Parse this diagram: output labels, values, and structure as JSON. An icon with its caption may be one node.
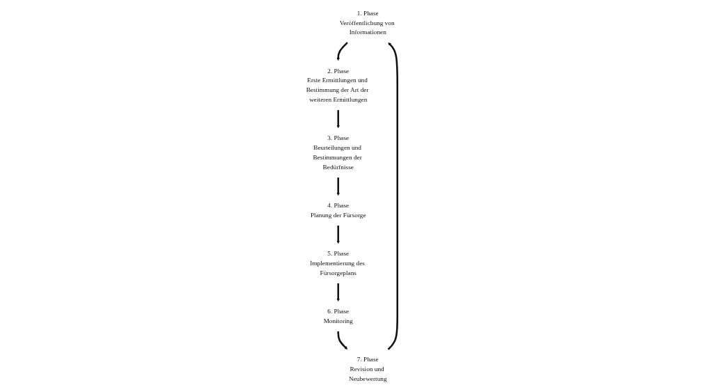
{
  "diagram": {
    "nodes": [
      {
        "text": [
          "1. Phase",
          "Veröffentlichung von Informationen"
        ]
      },
      {
        "text": [
          "2. Phase",
          "Erste Ermittlungen und Bestimmung der Art der weiteren Ermittlungen"
        ]
      },
      {
        "text": [
          "3. Phase",
          "Beurteilungen und Bestimmungen der Bedürfnisse"
        ]
      },
      {
        "text": [
          "4. Phase",
          "Planung der Fürsorge"
        ]
      },
      {
        "text": [
          "5. Phase",
          "Implementierung des Fürsorgeplans"
        ]
      },
      {
        "text": [
          "6. Phase",
          "Monitoring"
        ]
      },
      {
        "text": [
          "7. Phase",
          "Revision und Neubewertung"
        ]
      }
    ],
    "edges": [
      {
        "from": 0,
        "to": 1,
        "arrow": "to"
      },
      {
        "from": 1,
        "to": 2,
        "arrow": "to"
      },
      {
        "from": 2,
        "to": 3,
        "arrow": "to"
      },
      {
        "from": 3,
        "to": 4,
        "arrow": "to"
      },
      {
        "from": 4,
        "to": 5,
        "arrow": "to"
      },
      {
        "from": 5,
        "to": 6,
        "arrow": "to"
      },
      {
        "from": 6,
        "to": 0,
        "arrow": "to"
      }
    ]
  }
}
